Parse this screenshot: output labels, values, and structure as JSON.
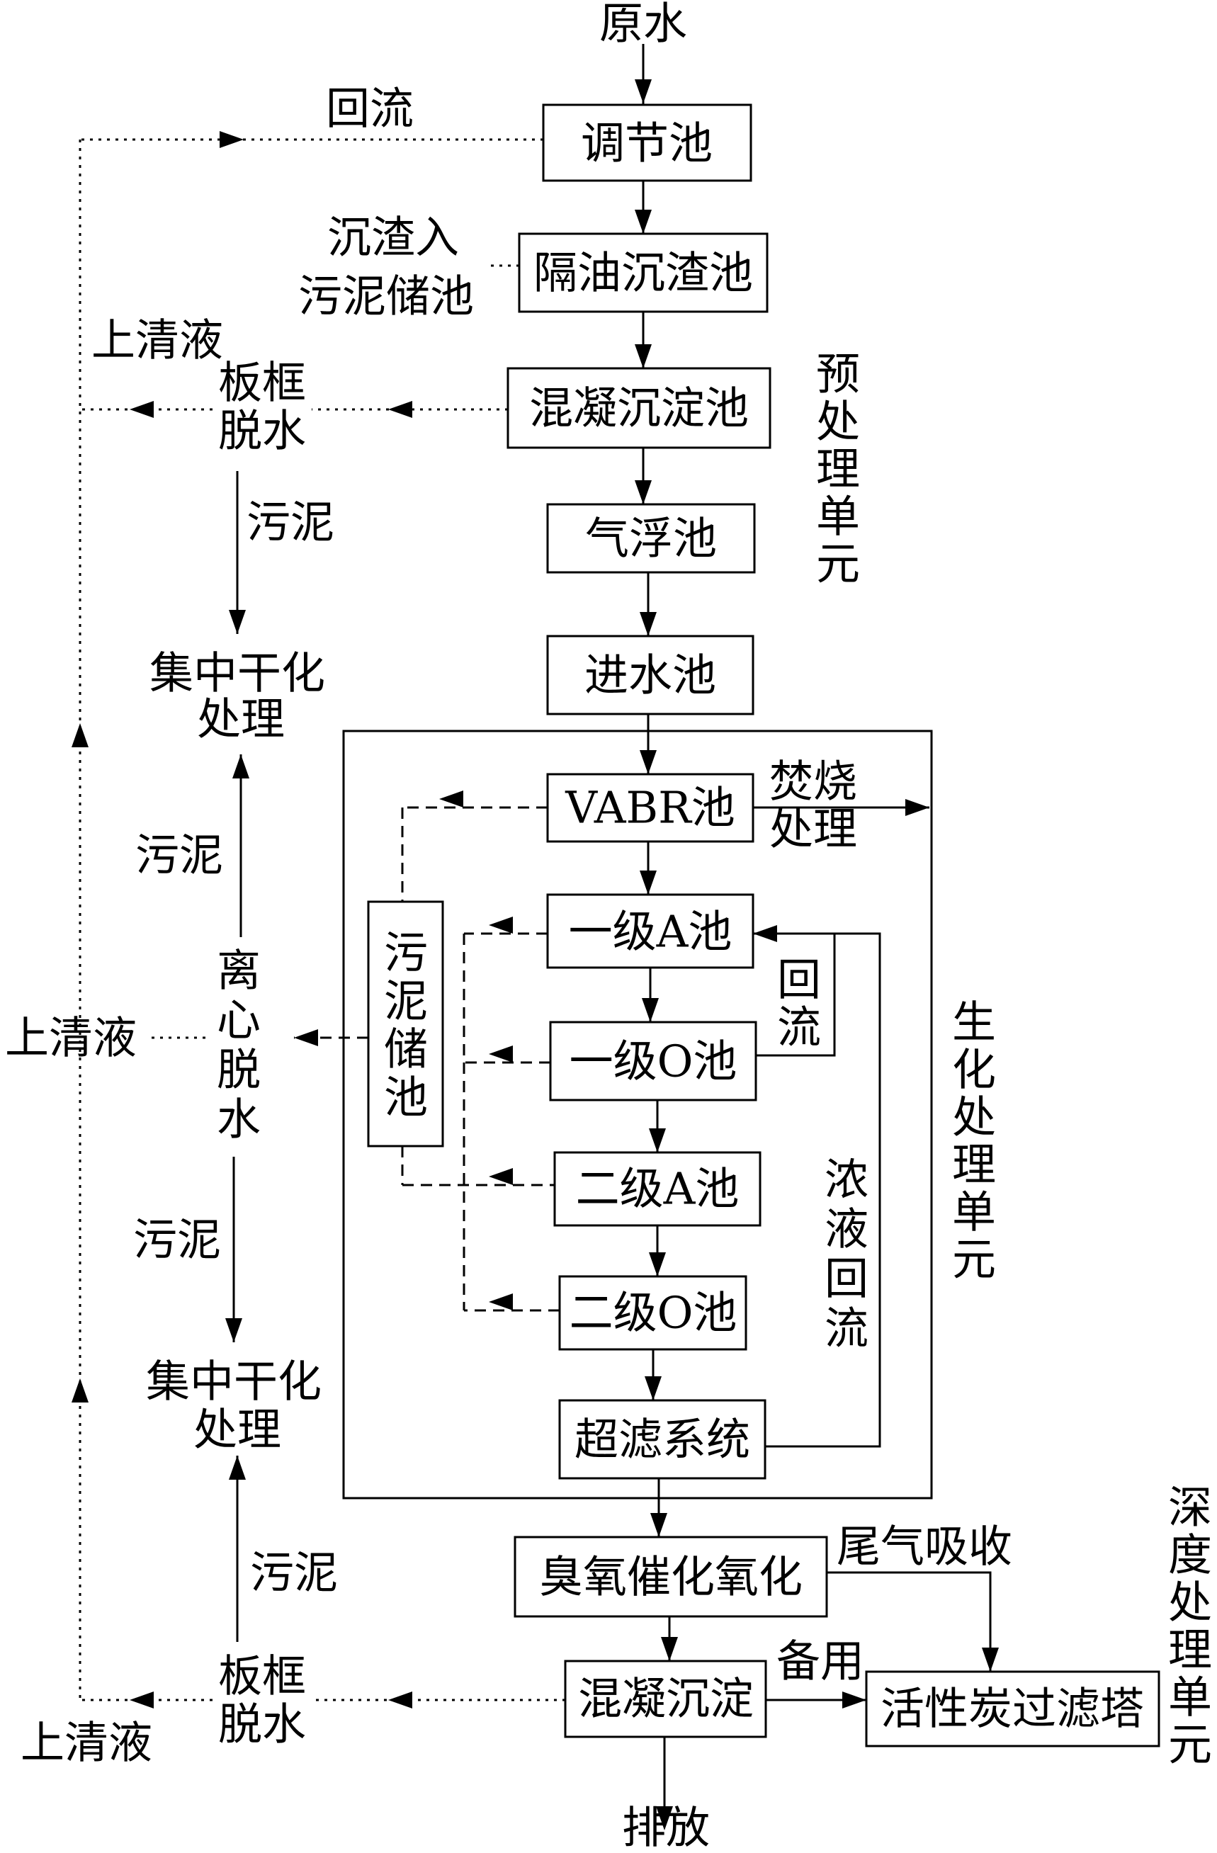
{
  "nodes": {
    "raw_water": "原水",
    "regulating_tank": "调节池",
    "oil_separation_tank": "隔油沉渣池",
    "coagulation_sedimentation_tank": "混凝沉淀池",
    "air_flotation_tank": "气浮池",
    "inlet_tank": "进水池",
    "vabr_tank": "VABR池",
    "stage1_a_tank": "一级A池",
    "stage1_o_tank": "一级O池",
    "stage2_a_tank": "二级A池",
    "stage2_o_tank": "二级O池",
    "ultrafiltration_system": "超滤系统",
    "ozone_catalytic_oxidation": "臭氧催化氧化",
    "coagulation_sedimentation": "混凝沉淀",
    "activated_carbon_tower": "活性炭过滤塔",
    "discharge": "排放",
    "sludge_storage_tank": [
      "污",
      "泥",
      "储",
      "池"
    ],
    "plate_frame_top": [
      "板框",
      "脱水"
    ],
    "plate_frame_bottom": [
      "板框",
      "脱水"
    ],
    "centrifugal_dewatering": [
      "离",
      "心",
      "脱",
      "水"
    ],
    "central_drying_top": [
      "集中干化",
      "处理"
    ],
    "central_drying_bottom": [
      "集中干化",
      "处理"
    ]
  },
  "labels": {
    "reflux_top": "回流",
    "sediment_to_storage": [
      "沉渣入",
      "污泥储池"
    ],
    "supernatant_top": "上清液",
    "supernatant_mid": "上清液",
    "supernatant_bottom": "上清液",
    "sludge_1": "污泥",
    "sludge_2": "污泥",
    "sludge_3": "污泥",
    "sludge_4": "污泥",
    "incineration": [
      "焚烧",
      "处理"
    ],
    "reflux_internal": [
      "回",
      "流"
    ],
    "concentrate_reflux": [
      "浓",
      "液",
      "回",
      "流"
    ],
    "tail_gas_absorption": "尾气吸收",
    "standby": "备用"
  },
  "units": {
    "pretreatment": [
      "预",
      "处",
      "理",
      "单",
      "元"
    ],
    "biochemical": [
      "生",
      "化",
      "处",
      "理",
      "单",
      "元"
    ],
    "advanced": [
      "深",
      "度",
      "处",
      "理",
      "单",
      "元"
    ]
  }
}
